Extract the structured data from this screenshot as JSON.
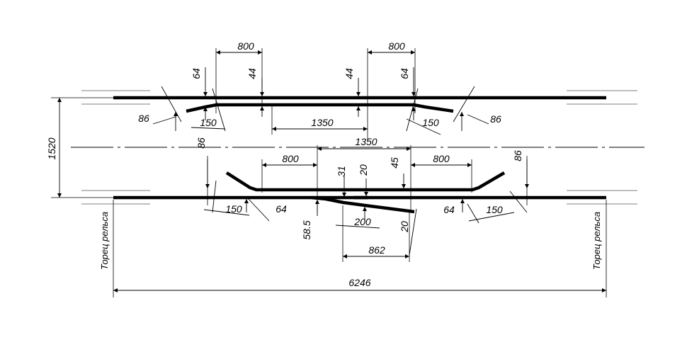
{
  "labels": {
    "rail_end_left": "Торец рельса",
    "rail_end_right": "Торец рельса"
  },
  "dimensions": {
    "gauge": "1520",
    "total_length": "6246",
    "upper_left_gap": "800",
    "upper_right_gap": "800",
    "upper_left_drop": "64",
    "upper_left_44": "44",
    "upper_right_44": "44",
    "upper_right_drop": "64",
    "upper_left_86": "86",
    "upper_right_86": "86",
    "upper_left_150": "150",
    "upper_right_150": "150",
    "upper_1350": "1350",
    "lower_1350": "1350",
    "lower_left_86": "86",
    "lower_right_86": "86",
    "lower_left_800": "800",
    "lower_right_800": "800",
    "lower_31": "31",
    "lower_20_top": "20",
    "lower_45": "45",
    "lower_left_150": "150",
    "lower_left_64": "64",
    "lower_58_5": "58.5",
    "lower_200": "200",
    "lower_20_bottom": "20",
    "lower_862": "862",
    "lower_right_64": "64",
    "lower_right_150": "150"
  }
}
